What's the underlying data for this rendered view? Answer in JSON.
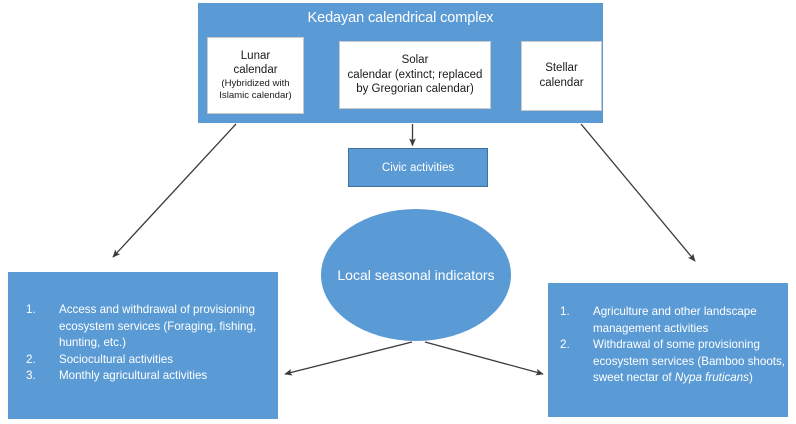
{
  "diagram": {
    "title": "Kedayan calendrical complex",
    "accent_color": "#5B9BD5",
    "box_border_color": "#41719C",
    "text_on_accent": "#FFFFFF",
    "arrow_color": "#3B3B3B"
  },
  "complex": {
    "title": "Kedayan calendrical complex",
    "calendars": [
      {
        "name": "lunar-calendar",
        "line1": "Lunar",
        "line2": "calendar",
        "line3": "(Hybridized with Islamic calendar)"
      },
      {
        "name": "solar-calendar",
        "line1": "Solar",
        "line2": "calendar (extinct; replaced by Gregorian calendar)",
        "line3": ""
      },
      {
        "name": "stellar-calendar",
        "line1": "Stellar",
        "line2": "calendar",
        "line3": ""
      }
    ]
  },
  "civic": {
    "label": "Civic activities"
  },
  "indicators": {
    "label": "Local seasonal indicators"
  },
  "left_outcome": {
    "items": [
      {
        "number": "1.",
        "text": "Access and withdrawal of provisioning ecosystem services (Foraging, fishing, hunting, etc.)"
      },
      {
        "number": "2.",
        "text": "Sociocultural activities"
      },
      {
        "number": "3.",
        "text": "Monthly agricultural activities"
      }
    ]
  },
  "right_outcome": {
    "items": [
      {
        "number": "1.",
        "text": "Agriculture and other landscape management activities"
      },
      {
        "number": "2.",
        "text_pre": "Withdrawal of some provisioning ecosystem services (Bamboo shoots, sweet nectar of ",
        "text_italic": "Nypa fruticans",
        "text_post": ")"
      }
    ]
  },
  "connectors": [
    {
      "name": "complex-to-civic-arrow",
      "from": "complex",
      "to": "civic"
    },
    {
      "name": "complex-to-left-outcome-arrow",
      "from": "complex",
      "to": "left_outcome"
    },
    {
      "name": "complex-to-right-outcome-arrow",
      "from": "complex",
      "to": "right_outcome"
    },
    {
      "name": "indicators-to-left-outcome-arrow",
      "from": "indicators",
      "to": "left_outcome"
    },
    {
      "name": "indicators-to-right-outcome-arrow",
      "from": "indicators",
      "to": "right_outcome"
    }
  ]
}
